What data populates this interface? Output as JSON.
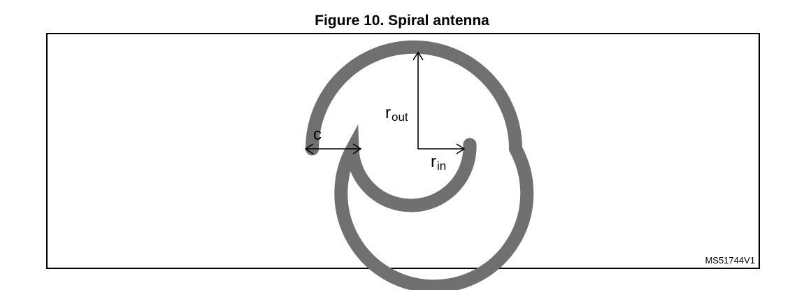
{
  "figure": {
    "title": "Figure 10. Spiral antenna",
    "id": "MS51744V1"
  },
  "labels": {
    "c": "c",
    "r_out_main": "r",
    "r_out_sub": "out",
    "r_in_main": "r",
    "r_in_sub": "in"
  },
  "colors": {
    "trace": "#717070",
    "line": "#000000"
  }
}
